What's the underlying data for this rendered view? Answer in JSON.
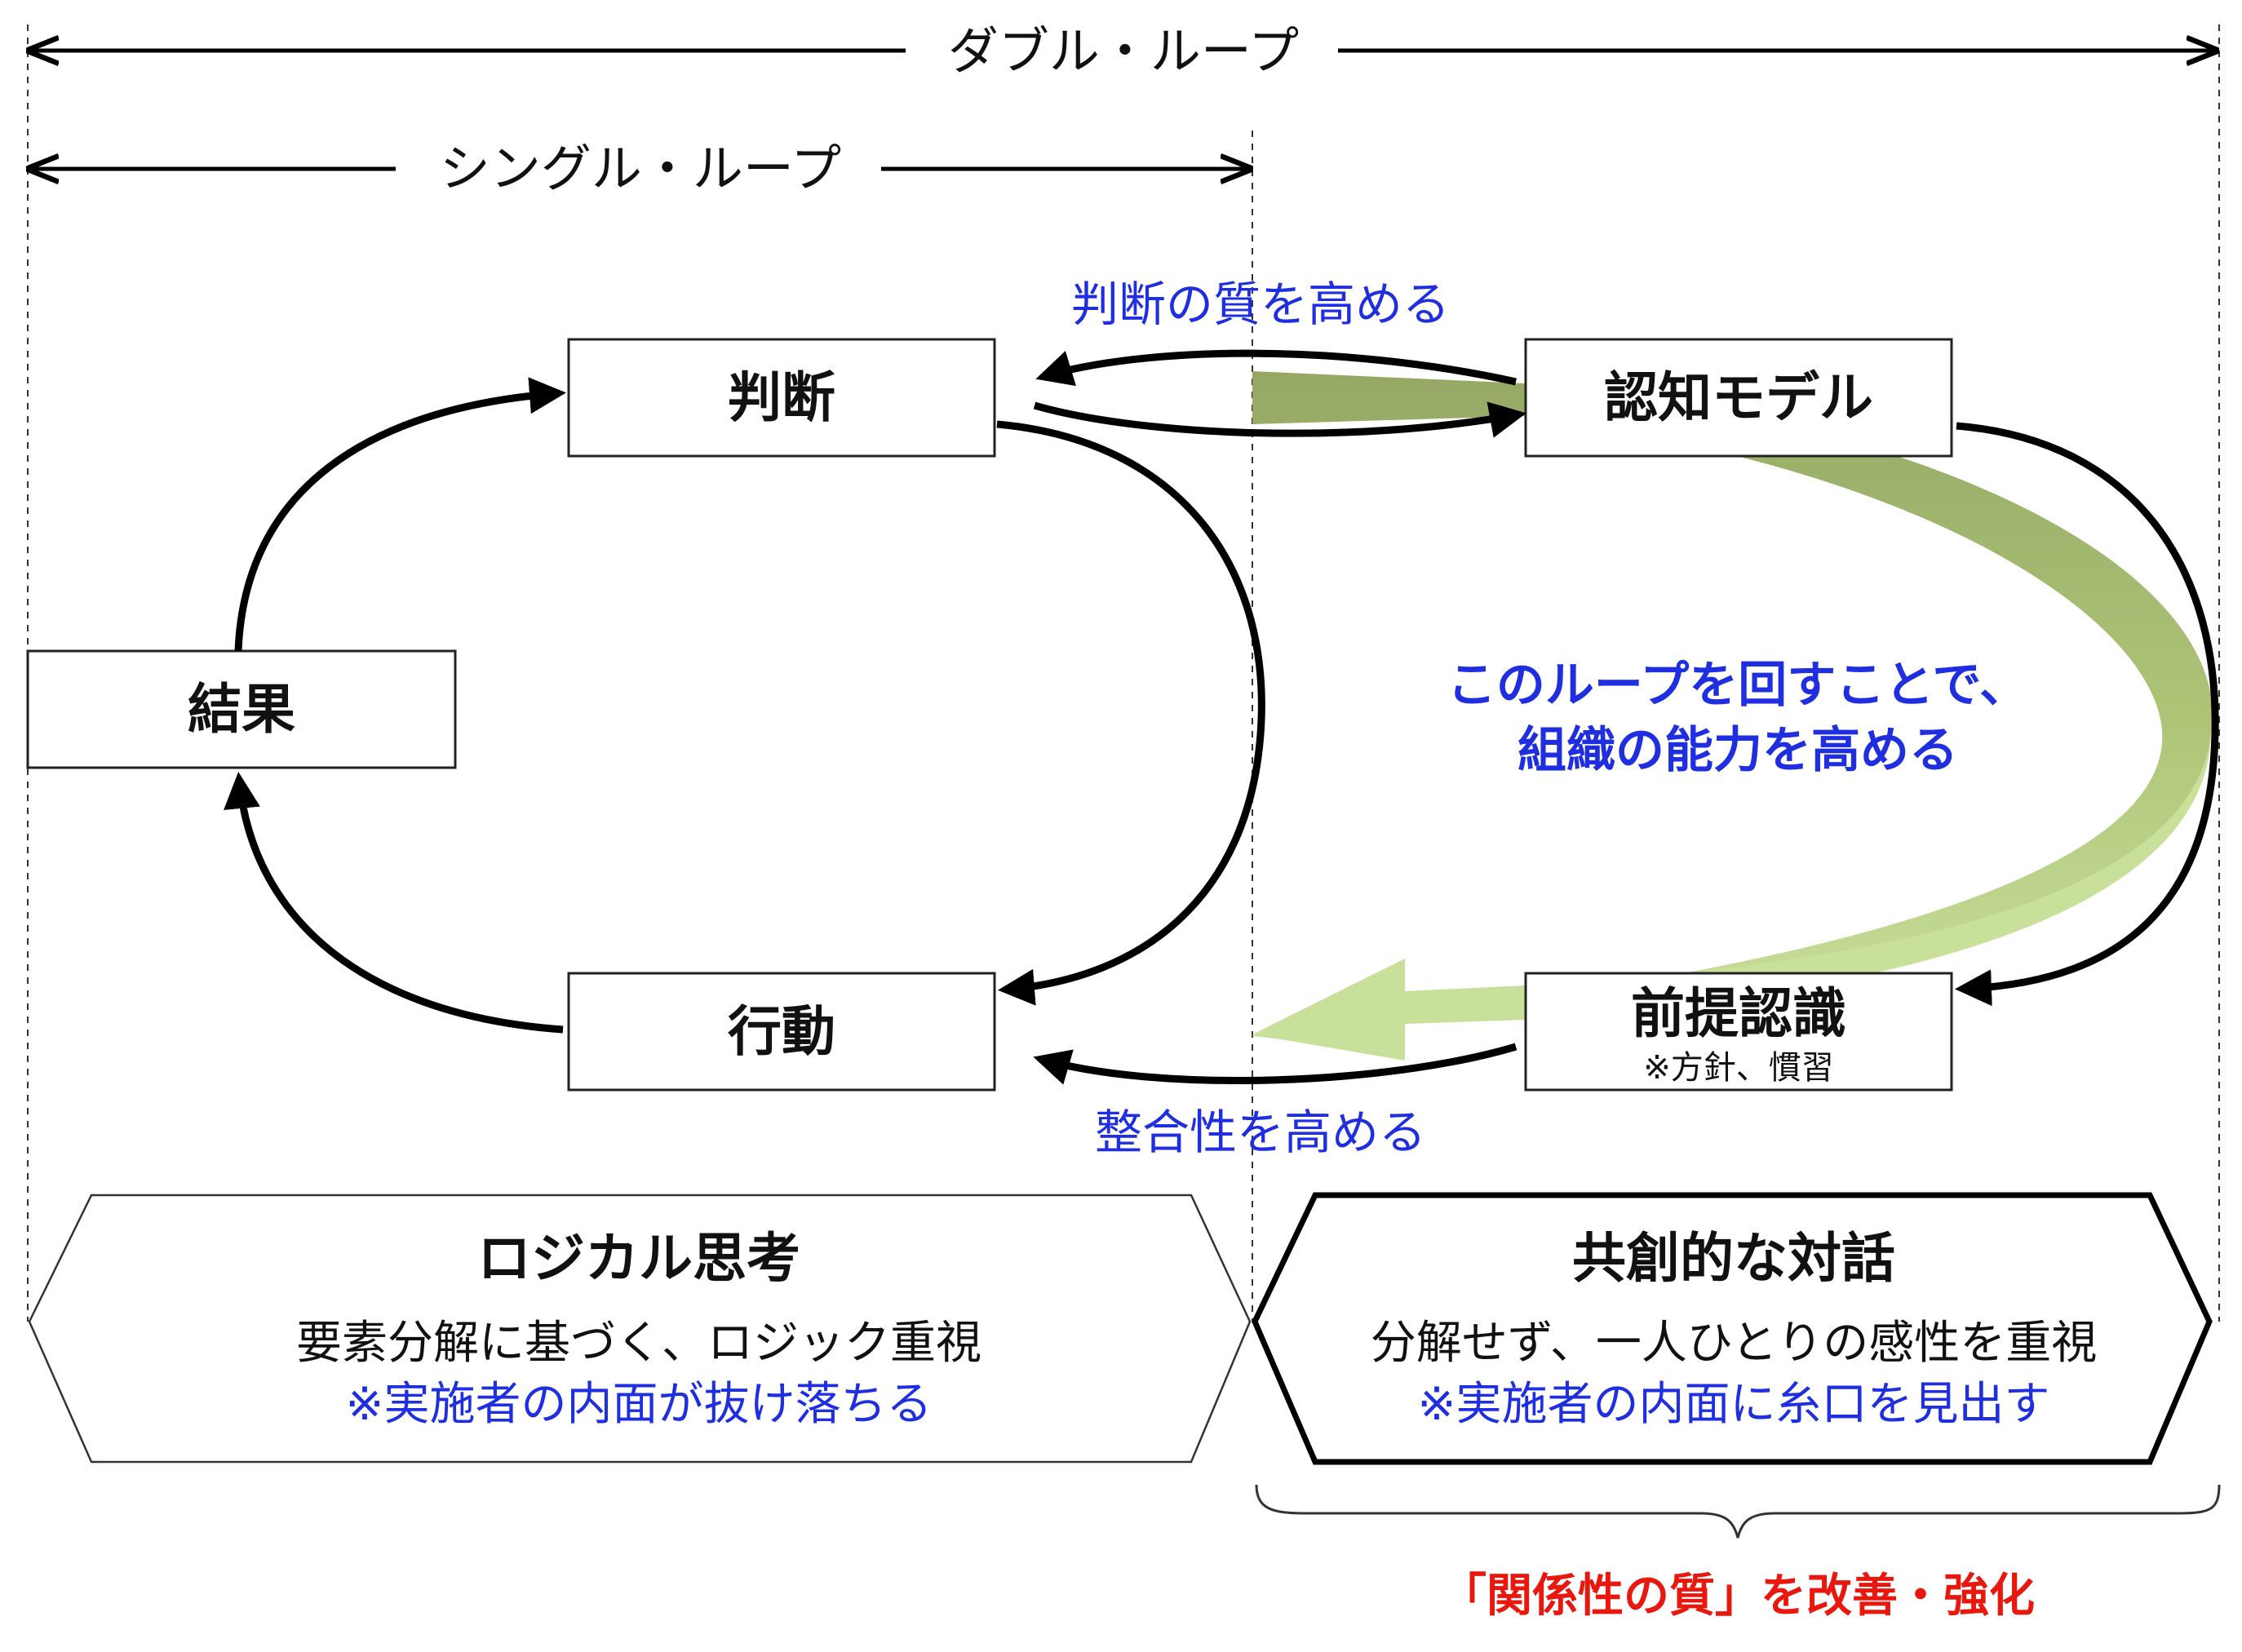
{
  "spans": {
    "double_loop": "ダブル・ループ",
    "single_loop": "シングル・ループ"
  },
  "boxes": {
    "judgment": "判断",
    "result": "結果",
    "action": "行動",
    "cognitive_model": "認知モデル",
    "premise": "前提認識",
    "premise_note": "※方針、慣習"
  },
  "flow_labels": {
    "top": "判断の質を高める",
    "bottom": "整合性を高める",
    "center_line1": "このループを回すことで、",
    "center_line2": "組織の能力を高める"
  },
  "left_panel": {
    "title": "ロジカル思考",
    "text": "要素分解に基づく、ロジック重視",
    "note": "※実施者の内面が抜け落ちる"
  },
  "right_panel": {
    "title": "共創的な対話",
    "text": "分解せず、一人ひとりの感性を重視",
    "note": "※実施者の内面に糸口を見出す"
  },
  "bottom_label": "「関係性の質」を改善・強化",
  "colors": {
    "text_blue": "#1f2fe0",
    "text_red": "#e8180f",
    "band_dark": "#8fa45c",
    "band_light": "#c9e09a"
  }
}
